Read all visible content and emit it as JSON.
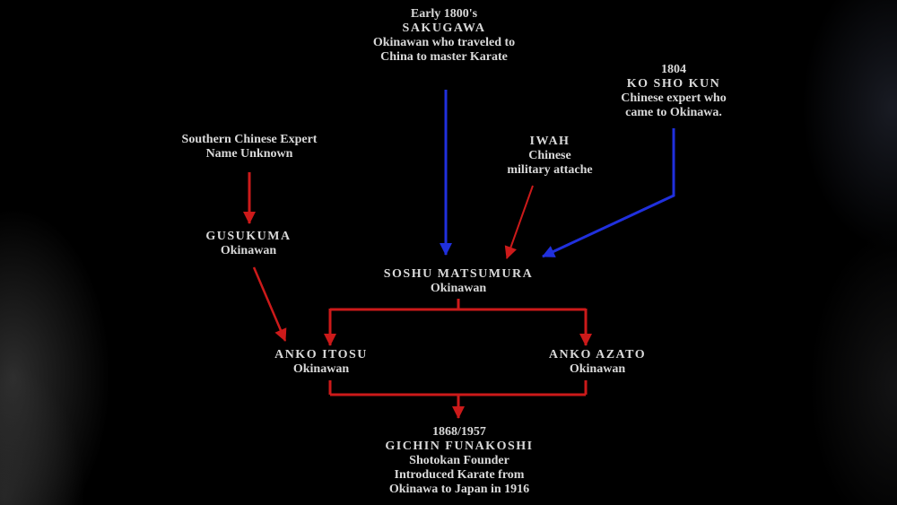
{
  "colors": {
    "background": "#000000",
    "text": "#d9d9d9",
    "arrow_red": "#cc1a1a",
    "arrow_blue": "#2030dd"
  },
  "nodes": {
    "sakugawa": {
      "lines": [
        "Early 1800's",
        "SAKUGAWA",
        "Okinawan who traveled to",
        "China to master Karate"
      ]
    },
    "koshokun": {
      "lines": [
        "1804",
        "KO SHO KUN",
        "Chinese expert who",
        "came to Okinawa."
      ]
    },
    "southern_expert": {
      "lines": [
        "Southern Chinese Expert",
        "Name Unknown"
      ]
    },
    "iwah": {
      "lines": [
        "IWAH",
        "Chinese",
        "military attache"
      ]
    },
    "gusukuma": {
      "lines": [
        "GUSUKUMA",
        "Okinawan"
      ]
    },
    "matsumura": {
      "lines": [
        "SOSHU MATSUMURA",
        "Okinawan"
      ]
    },
    "itosu": {
      "lines": [
        "ANKO ITOSU",
        "Okinawan"
      ]
    },
    "azato": {
      "lines": [
        "ANKO AZATO",
        "Okinawan"
      ]
    },
    "funakoshi": {
      "lines": [
        "1868/1957",
        "GICHIN FUNAKOSHI",
        "Shotokan Founder",
        "Introduced Karate from",
        "Okinawa to Japan in 1916"
      ]
    }
  },
  "edges": [
    {
      "from": "sakugawa",
      "to": "matsumura",
      "color": "blue"
    },
    {
      "from": "koshokun",
      "to": "matsumura",
      "color": "blue"
    },
    {
      "from": "iwah",
      "to": "matsumura",
      "color": "red"
    },
    {
      "from": "southern_expert",
      "to": "gusukuma",
      "color": "red"
    },
    {
      "from": "gusukuma",
      "to": "itosu",
      "color": "red"
    },
    {
      "from": "matsumura",
      "to": "itosu",
      "color": "red"
    },
    {
      "from": "matsumura",
      "to": "azato",
      "color": "red"
    },
    {
      "from": "itosu",
      "to": "funakoshi",
      "color": "red"
    },
    {
      "from": "azato",
      "to": "funakoshi",
      "color": "red"
    }
  ]
}
